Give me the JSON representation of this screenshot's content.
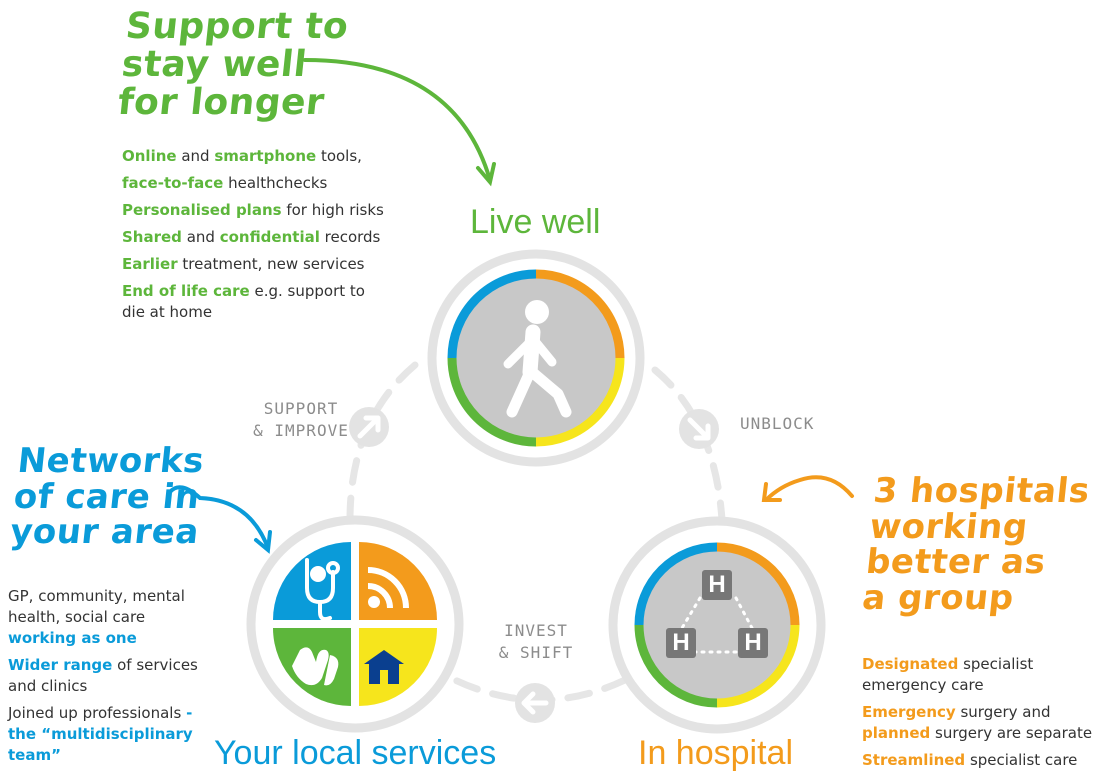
{
  "top_heading": [
    "Support to",
    "stay well",
    "for longer"
  ],
  "top_list": [
    [
      {
        "t": "Online",
        "b": true
      },
      {
        "t": " and ",
        "b": false
      },
      {
        "t": "smartphone",
        "b": true
      },
      {
        "t": " tools,",
        "b": false
      }
    ],
    [
      {
        "t": "face-to-face",
        "b": true
      },
      {
        "t": " healthchecks",
        "b": false
      }
    ],
    [
      {
        "t": "Personalised plans",
        "b": true
      },
      {
        "t": " for high risks",
        "b": false
      }
    ],
    [
      {
        "t": "Shared",
        "b": true
      },
      {
        "t": " and ",
        "b": false
      },
      {
        "t": "confidential",
        "b": true
      },
      {
        "t": " records",
        "b": false
      }
    ],
    [
      {
        "t": "Earlier",
        "b": true
      },
      {
        "t": " treatment, new services",
        "b": false
      }
    ],
    [
      {
        "t": "End of life care",
        "b": true
      },
      {
        "t": " e.g. support to die at home",
        "b": false
      }
    ]
  ],
  "left_heading": [
    "Networks",
    "of care in",
    "your area"
  ],
  "left_list": [
    [
      {
        "t": "GP, community, mental health, social care ",
        "b": false
      },
      {
        "t": "working as one",
        "b": true
      }
    ],
    [
      {
        "t": "Wider range",
        "b": true
      },
      {
        "t": " of services and clinics",
        "b": false
      }
    ],
    [
      {
        "t": "Joined up professionals ",
        "b": false
      },
      {
        "t": "- the “multidisciplinary team”",
        "b": true
      }
    ]
  ],
  "right_heading": [
    "3 hospitals",
    "working",
    "better as",
    "a group"
  ],
  "right_list": [
    [
      {
        "t": "Designated",
        "b": true
      },
      {
        "t": " specialist emergency care",
        "b": false
      }
    ],
    [
      {
        "t": "Emergency",
        "b": true
      },
      {
        "t": " surgery and ",
        "b": false
      },
      {
        "t": "planned",
        "b": true
      },
      {
        "t": " surgery are separate",
        "b": false
      }
    ],
    [
      {
        "t": "Streamlined",
        "b": true
      },
      {
        "t": " specialist care",
        "b": false
      }
    ]
  ],
  "hubs": {
    "live_well": "Live well",
    "local_services": "Your local services",
    "in_hospital": "In hospital"
  },
  "connectors": {
    "support_improve": [
      "SUPPORT",
      "& IMPROVE"
    ],
    "unblock": "UNBLOCK",
    "invest_shift": [
      "INVEST",
      "& SHIFT"
    ]
  },
  "hospital_icon_letter": "H",
  "colors": {
    "green": "#5db63b",
    "blue": "#0a9bd9",
    "orange": "#f39b1c",
    "yellow": "#f6e51c",
    "grey": "#c8c8c8",
    "ring": "#e6e6e6"
  },
  "icons": {
    "live_well": "walking-person-icon",
    "local_services": [
      "stethoscope-icon",
      "rss-feed-icon",
      "helping-hands-icon",
      "house-icon"
    ],
    "in_hospital": "hospital-network-icon"
  }
}
